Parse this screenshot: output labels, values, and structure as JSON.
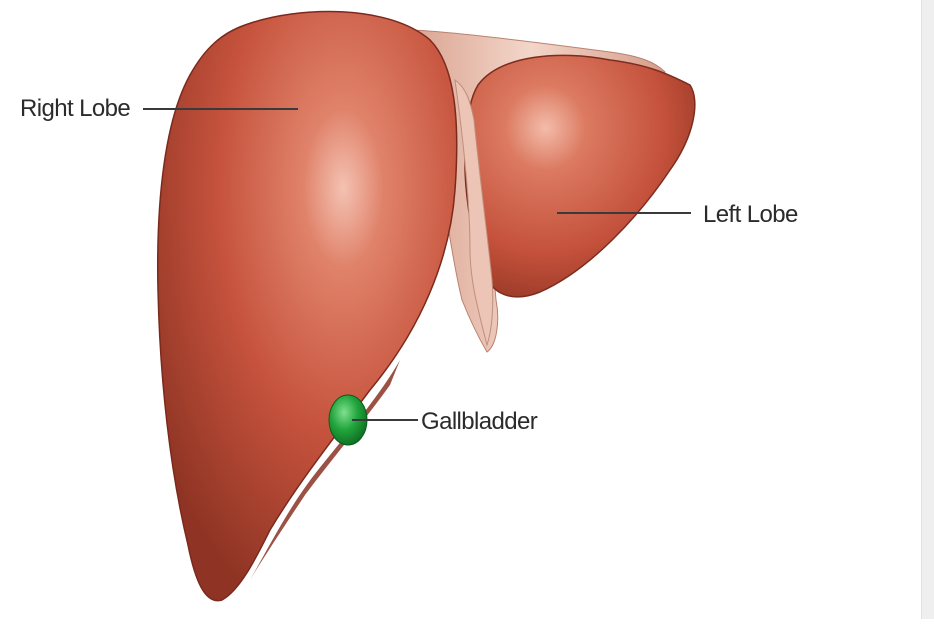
{
  "labels": {
    "right_lobe": "Right Lobe",
    "left_lobe": "Left Lobe",
    "gallbladder": "Gallbladder"
  },
  "colors": {
    "liver": "#c8543e",
    "liver_highlight": "#f2b6a6",
    "liver_shadow": "#7a2a1d",
    "ligament": "#e8c2b4",
    "gallbladder": "#1fa23a",
    "leader_line": "#3a3a3a"
  }
}
